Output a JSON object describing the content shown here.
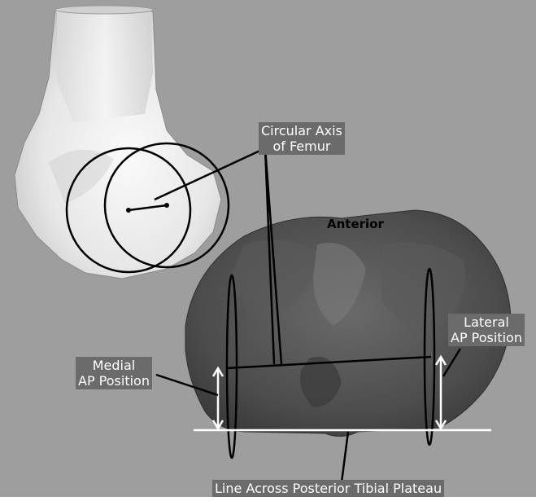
{
  "labels": {
    "circular_axis_line1": "Circular Axis",
    "circular_axis_line2": "of Femur",
    "anterior": "Anterior",
    "lateral_line1": "Lateral",
    "lateral_line2": "AP Position",
    "medial_line1": "Medial",
    "medial_line2": "AP Position",
    "posterior_line": "Line Across Posterior Tibial Plateau"
  },
  "colors": {
    "background": "#9e9e9e",
    "bone_light": "#f2f2f2",
    "bone_dark": "#4a4a4a",
    "label_box": "#6b6b6b",
    "annotation_white": "#ffffff",
    "line_black": "#000000"
  }
}
